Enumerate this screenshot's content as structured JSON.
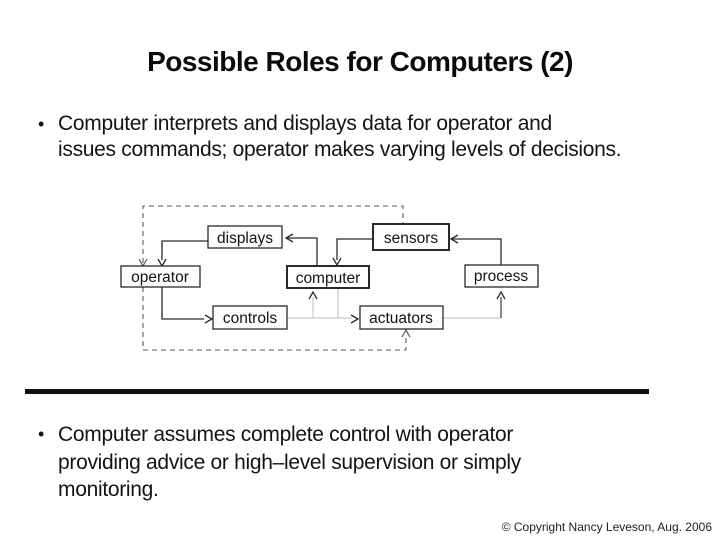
{
  "slide": {
    "title": "Possible Roles for Computers (2)",
    "bullet_glyph": "•",
    "bullets": [
      {
        "text": "Computer interprets and displays data for operator and\nissues commands; operator makes varying levels of decisions."
      },
      {
        "text": "Computer assumes complete control with operator\nproviding advice or high–level supervision or simply\nmonitoring."
      }
    ],
    "footer": "© Copyright Nancy Leveson, Aug. 2006"
  },
  "diagram": {
    "type": "control-loop-block-diagram",
    "boxes": [
      {
        "id": "displays",
        "label": "displays"
      },
      {
        "id": "sensors",
        "label": "sensors"
      },
      {
        "id": "operator",
        "label": "operator"
      },
      {
        "id": "computer",
        "label": "computer"
      },
      {
        "id": "process",
        "label": "process"
      },
      {
        "id": "controls",
        "label": "controls"
      },
      {
        "id": "actuators",
        "label": "actuators"
      }
    ],
    "connections": [
      {
        "from": "process",
        "to": "sensors",
        "style": "solid"
      },
      {
        "from": "sensors",
        "to": "computer",
        "style": "solid"
      },
      {
        "from": "computer",
        "to": "displays",
        "style": "solid"
      },
      {
        "from": "displays",
        "to": "operator",
        "style": "solid"
      },
      {
        "from": "operator",
        "to": "controls",
        "style": "solid"
      },
      {
        "from": "controls",
        "to": "computer",
        "style": "solid"
      },
      {
        "from": "computer",
        "to": "actuators",
        "style": "solid"
      },
      {
        "from": "actuators",
        "to": "process",
        "style": "solid"
      },
      {
        "from": "sensors",
        "to": "operator",
        "style": "dashed"
      },
      {
        "from": "operator",
        "to": "actuators",
        "style": "dashed"
      }
    ],
    "colors": {
      "box_border": "#2a2a2a",
      "line": "#2a2a2a",
      "faint_line": "#bdbdbd",
      "dashed_line": "#5a5a5a"
    }
  }
}
